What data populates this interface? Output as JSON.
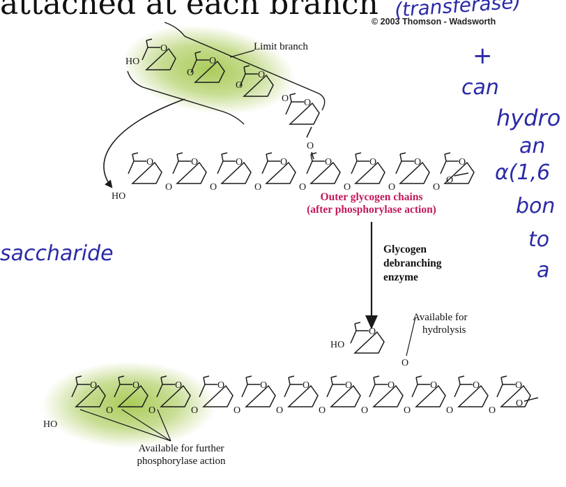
{
  "header": {
    "title_fragment": "attached at each branch",
    "copyright": "© 2003 Thomson - Wadsworth"
  },
  "labels": {
    "limit_branch": "Limit branch",
    "outer_chains_line1": "Outer glycogen chains",
    "outer_chains_line2": "(after phosphorylase action)",
    "enzyme_line1": "Glycogen",
    "enzyme_line2": "debranching",
    "enzyme_line3": "enzyme",
    "available_hydrolysis_line1": "Available for",
    "available_hydrolysis_line2": "hydrolysis",
    "available_further_line1": "Available for further",
    "available_further_line2": "phosphorylase action",
    "ho": "HO",
    "o": "O"
  },
  "handwriting": {
    "transferase": "(transferase)",
    "plus": "+",
    "can": "can",
    "hydro": "hydro",
    "an": "an",
    "alpha_bond": "α(1,6",
    "bon": "bon",
    "to": "to",
    "a": "a",
    "saccharide": "saccharide"
  },
  "colors": {
    "highlight": "#9bc23c",
    "accent": "#c2185b",
    "ink": "#2a2aa8",
    "stroke": "#1a1a1a"
  }
}
